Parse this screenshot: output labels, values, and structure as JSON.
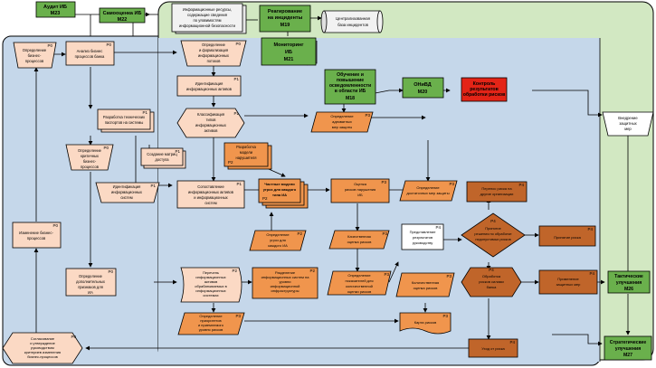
{
  "colors": {
    "green_box": "#6ab04c",
    "green_bg": "#d2e8c2",
    "blue_bg": "#c5d7ea",
    "light_pink": "#fbd9c4",
    "orange": "#f0954d",
    "dark_orange": "#c0652a",
    "red": "#e32417",
    "gray_doc": "#e8e8e8",
    "edge": "#000000"
  },
  "nodes": {
    "audit": {
      "line1": "Аудит ИБ",
      "line2": "М23"
    },
    "selfassess": {
      "line1": "Самооценка ИБ",
      "line2": "М22"
    },
    "inforesources": {
      "line1": "Информационные ресурсы,",
      "line2": "содержащие сведения",
      "line3": "по уязвимостям",
      "line4": "информационной безопасности"
    },
    "incident": {
      "line1": "Реагирование",
      "line2": "на инциденты",
      "line3": "М19"
    },
    "incidentdb": {
      "line1": "Централизованная",
      "line2": "база инцидентов"
    },
    "monitoring": {
      "line1": "Мониторинг",
      "line2": "ИБ",
      "line3": "М21"
    },
    "training": {
      "line1": "Обучение и",
      "line2": "повышение",
      "line3": "осведомленности",
      "line4": "в области ИБ",
      "line5": "М18"
    },
    "onivd": {
      "line1": "ОНиВД",
      "line2": "М20"
    },
    "control": {
      "line1": "Контроль",
      "line2": "результатов",
      "line3": "обработки рисков"
    },
    "p0_business": {
      "tag": "P0",
      "line1": "Определение",
      "line2": "бизнес-",
      "line3": "процессов"
    },
    "p0_analysis": {
      "tag": "P0",
      "line1": "Анализ бизнес",
      "line2": "процессов банка"
    },
    "p0_flows": {
      "tag": "P0",
      "line1": "Определение",
      "line2": "и формализация",
      "line3": "информационных",
      "line4": "потоков"
    },
    "p1_ident_assets": {
      "tag": "P1",
      "line1": "Идентификация",
      "line2": "информационных активов"
    },
    "p1_passports": {
      "tag": "P1",
      "line1": "Разработка технических",
      "line2": "паспортов на системы"
    },
    "p1_classification": {
      "tag": "P1",
      "line1": "Классификация",
      "line2": "типов",
      "line3": "информационных",
      "line4": "активов"
    },
    "p0_critical": {
      "tag": "P0",
      "line1": "Определение",
      "line2": "критичных",
      "line3": "бизнес-",
      "line4": "процессов"
    },
    "p1_access": {
      "tag": "P1",
      "line1": "Создание матриц",
      "line2": "доступа"
    },
    "p2_model": {
      "tag": "P2",
      "line1": "Разработка",
      "line2": "модели",
      "line3": "нарушителя"
    },
    "p1_ident_systems": {
      "tag": "P1",
      "line1": "Идентификация",
      "line2": "информационных",
      "line3": "систем"
    },
    "p1_mapping": {
      "tag": "P1",
      "line1": "Сопоставление",
      "line2": "информационных активов",
      "line3": "и информационных",
      "line4": "систем"
    },
    "p2_threat_models": {
      "tag": "P2",
      "line1": "Частные модели",
      "line2": "угроз для каждого",
      "line3": "типа ИА"
    },
    "p2_assess_risk": {
      "tag": "P3",
      "line1": "Оценка",
      "line2": "рисков нарушения",
      "line3": "ИБ"
    },
    "p3_protection": {
      "tag": "P3",
      "line1": "Определение",
      "line2": "адекватных",
      "line3": "мер защиты"
    },
    "p3_sufficient": {
      "tag": "P3",
      "line1": "Определение",
      "line2": "достаточных мер защиты"
    },
    "p0_change": {
      "tag": "P0",
      "line1": "Изменение бизнес-",
      "line2": "процессов"
    },
    "p2_threats_each": {
      "tag": "P2",
      "line1": "Определение",
      "line2": "угроз для",
      "line3": "каждого ИА"
    },
    "p3_quality": {
      "tag": "P3",
      "line1": "Качественная",
      "line2": "оценка рисков"
    },
    "p3_result_present": {
      "tag": "P4",
      "line1": "Представление",
      "line2": "результатов",
      "line3": "руководству"
    },
    "p4_transfer": {
      "tag": "P4",
      "line1": "Перенос риска на",
      "line2": "другие организации"
    },
    "p4_decision": {
      "tag": "P4",
      "line1": "Принятие",
      "line2": "решения по обработке",
      "line3": "недопустимых рисков"
    },
    "p4_accept": {
      "tag": "P4",
      "line1": "Принятие риска"
    },
    "p0_additional": {
      "tag": "P0",
      "line1": "Определение",
      "line2": "дополнительных",
      "line3": "признаков для",
      "line4": "ИА"
    },
    "p2_list": {
      "tag": "P2",
      "line1": "Перечень",
      "line2": "информационных",
      "line3": "активов",
      "line4": "обрабатываемых в",
      "line5": "информационных",
      "line6": "системах"
    },
    "p2_split": {
      "tag": "P2",
      "line1": "Разделение",
      "line2": "информационных систем на",
      "line3": "уровни",
      "line4": "информационной",
      "line5": "инфраструктуры"
    },
    "p3_indicators": {
      "tag": "P3",
      "line1": "Определение",
      "line2": "показателей для",
      "line3": "количественной",
      "line4": "оценки рисков"
    },
    "p3_quant": {
      "tag": "P3",
      "line1": "Количественная",
      "line2": "оценка рисков"
    },
    "p4_process_bank": {
      "tag": "P4",
      "line1": "Обработка",
      "line2": "рисков силами",
      "line3": "банка"
    },
    "p4_apply": {
      "tag": "P4",
      "line1": "Применение",
      "line2": "защитных мер"
    },
    "p3_priorities": {
      "tag": "P3",
      "line1": "Определение",
      "line2": "приоритетов",
      "line3": "и приемлемого",
      "line4": "уровня рисков"
    },
    "p3_riskmap": {
      "tag": "P3",
      "line1": "Карта рисков"
    },
    "p4_avoid": {
      "tag": "P4",
      "line1": "Уход от риска"
    },
    "p0_agree": {
      "tag": "P0",
      "line1": "Согласование",
      "line2": "и утверждение",
      "line3": "руководством",
      "line4": "критериев изменения",
      "line5": "бизнес-процессов"
    },
    "implement": {
      "line1": "Внедрение",
      "line2": "защитных",
      "line3": "мер"
    },
    "tactical": {
      "line1": "Тактические",
      "line2": "улучшения",
      "line3": "М26"
    },
    "strategic": {
      "line1": "Стратегические",
      "line2": "улучшения",
      "line3": "М27"
    }
  }
}
